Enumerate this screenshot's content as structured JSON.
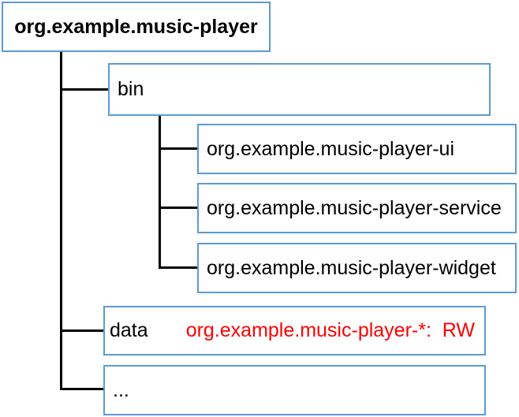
{
  "diagram": {
    "type": "directory-tree",
    "root": {
      "label": "org.example.music-player"
    },
    "bin": {
      "label": "bin",
      "children": [
        {
          "label": "org.example.music-player-ui"
        },
        {
          "label": "org.example.music-player-service"
        },
        {
          "label": "org.example.music-player-widget"
        }
      ]
    },
    "data_dir": {
      "label": "data",
      "annotation": "org.example.music-player-*:  RW"
    },
    "ellipsis": {
      "label": "..."
    },
    "colors": {
      "box_border": "#5B9BD5",
      "connector": "#000000",
      "text": "#000000",
      "annotation_text": "#FF0000",
      "background": "#FFFFFF"
    }
  }
}
